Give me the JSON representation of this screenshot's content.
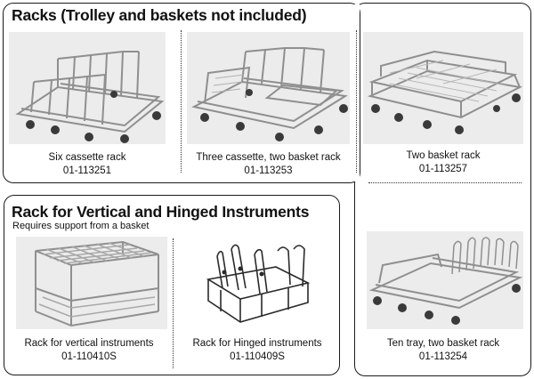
{
  "racks_section": {
    "title": "Racks (Trolley and baskets not included)",
    "items": [
      {
        "name": "Six cassette rack",
        "code": "01-113251",
        "icon": "six-cassette-rack-photo"
      },
      {
        "name": "Three cassette, two basket rack",
        "code": "01-113253",
        "icon": "three-cassette-two-basket-rack-photo"
      },
      {
        "name": "Two basket rack",
        "code": "01-113257",
        "icon": "two-basket-rack-photo"
      },
      {
        "name": "Ten tray, two basket rack",
        "code": "01-113254",
        "icon": "ten-tray-two-basket-rack-photo"
      }
    ]
  },
  "vertical_section": {
    "title": "Rack for Vertical and Hinged Instruments",
    "subtitle": "Requires support from a basket",
    "items": [
      {
        "name": "Rack for vertical instruments",
        "code": "01-110410S",
        "icon": "vertical-instrument-rack-photo"
      },
      {
        "name": "Rack for Hinged instruments",
        "code": "01-110409S",
        "icon": "hinged-instrument-rack-photo"
      }
    ]
  },
  "colors": {
    "border": "#1a1a1a",
    "photo_background": "#ececec",
    "wire": "#9a9a9a"
  }
}
